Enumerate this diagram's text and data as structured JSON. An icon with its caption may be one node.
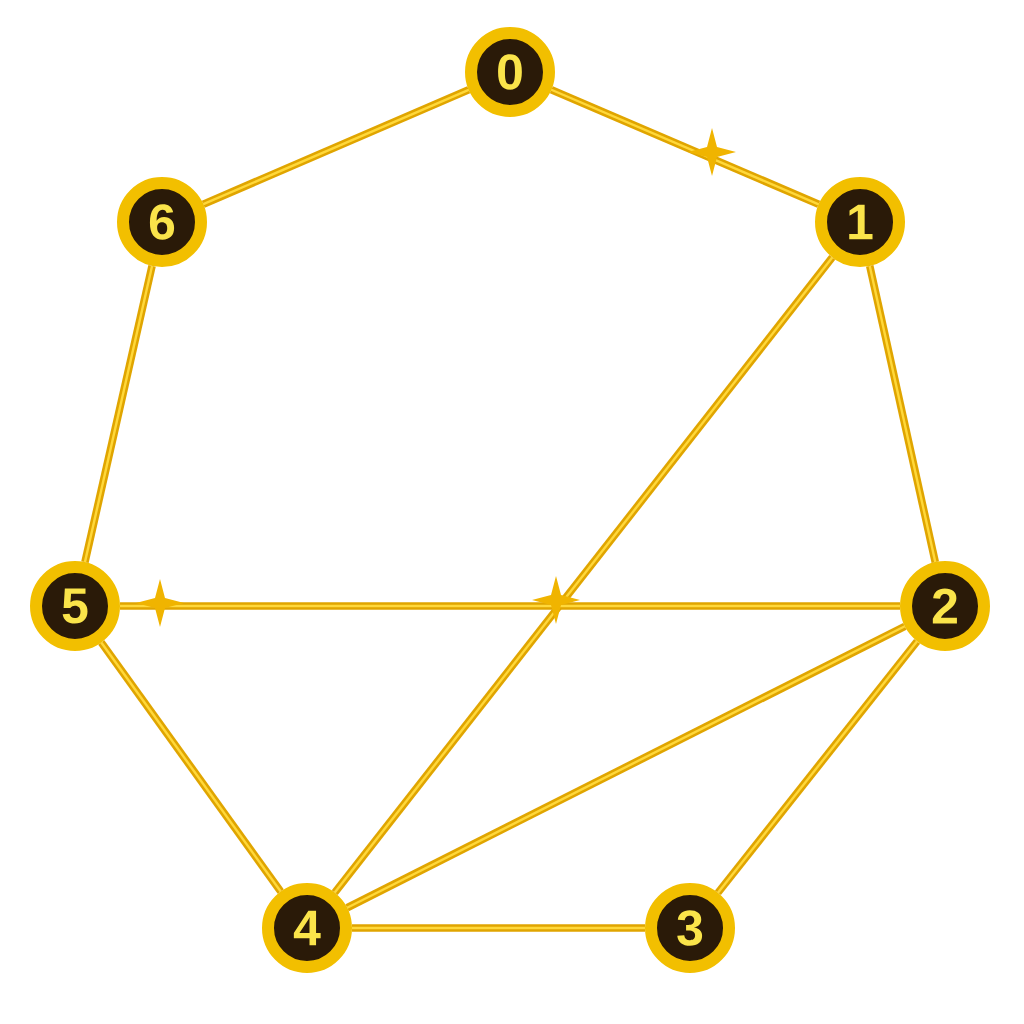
{
  "diagram": {
    "nodes": [
      {
        "text": [
          "0"
        ]
      },
      {
        "text": [
          "1"
        ]
      },
      {
        "text": [
          "2"
        ]
      },
      {
        "text": [
          "3"
        ]
      },
      {
        "text": [
          "4"
        ]
      },
      {
        "text": [
          "5"
        ]
      },
      {
        "text": [
          "6"
        ]
      }
    ],
    "edges": [
      {
        "from": 0,
        "to": 1,
        "arrow": "none"
      },
      {
        "from": 1,
        "to": 2,
        "arrow": "none"
      },
      {
        "from": 2,
        "to": 3,
        "arrow": "none"
      },
      {
        "from": 3,
        "to": 4,
        "arrow": "none"
      },
      {
        "from": 4,
        "to": 5,
        "arrow": "none"
      },
      {
        "from": 5,
        "to": 6,
        "arrow": "none"
      },
      {
        "from": 6,
        "to": 0,
        "arrow": "none"
      },
      {
        "from": 1,
        "to": 4,
        "arrow": "none"
      },
      {
        "from": 5,
        "to": 2,
        "arrow": "none"
      },
      {
        "from": 2,
        "to": 4,
        "arrow": "none"
      }
    ]
  }
}
